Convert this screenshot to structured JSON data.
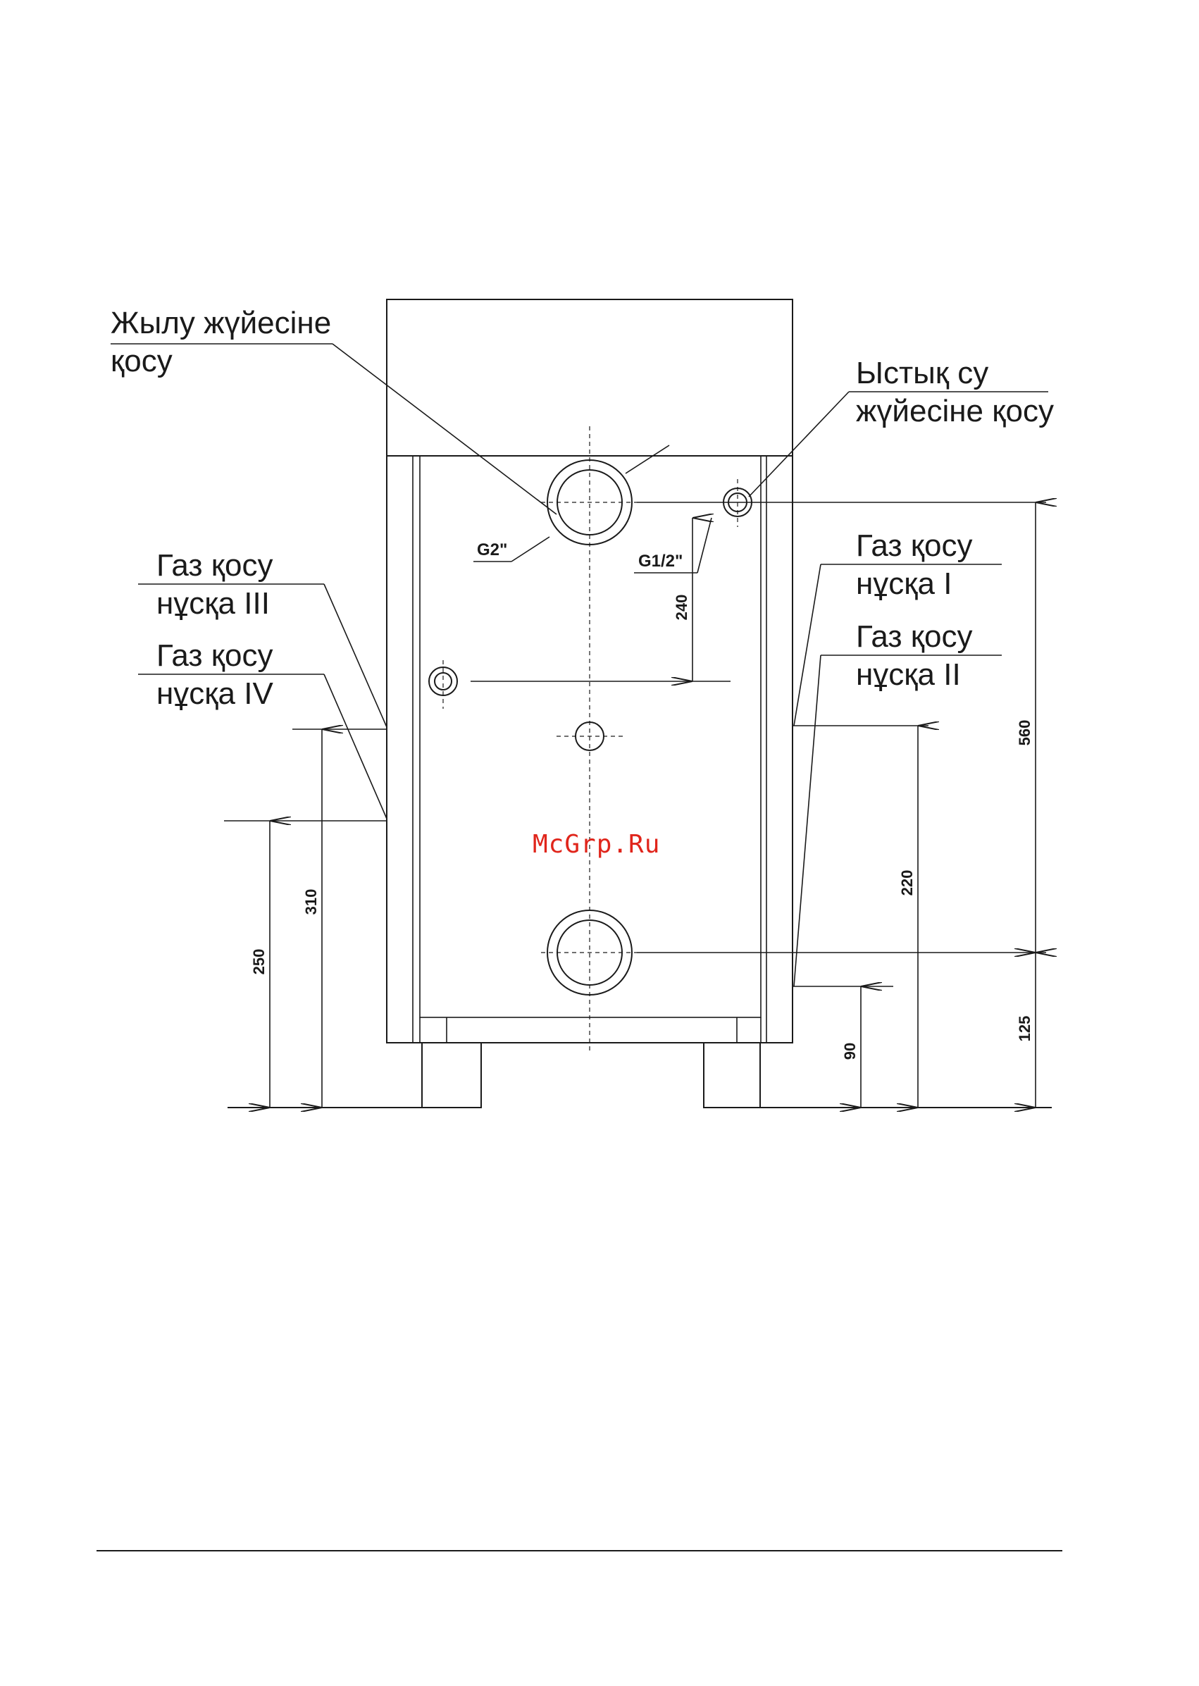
{
  "callouts": {
    "heating_line1": "Жылу жүйесіне",
    "heating_line2": "қосу",
    "hotwater_line1": "Ыстық су",
    "hotwater_line2": "жүйесіне қосу",
    "gas1_line1": "Газ қосу",
    "gas1_line2": "нұсқа I",
    "gas2_line1": "Газ қосу",
    "gas2_line2": "нұсқа II",
    "gas3_line1": "Газ қосу",
    "gas3_line2": "нұсқа III",
    "gas4_line1": "Газ қосу",
    "gas4_line2": "нұсқа IV"
  },
  "threads": {
    "large": "G2\"",
    "small": "G1/2\""
  },
  "dimensions": {
    "d240": "240",
    "d560": "560",
    "d220": "220",
    "d125": "125",
    "d90": "90",
    "d310": "310",
    "d250": "250"
  },
  "watermark": "McGrp.Ru",
  "colors": {
    "line": "#1a1a1a",
    "watermark": "#e0251b"
  }
}
